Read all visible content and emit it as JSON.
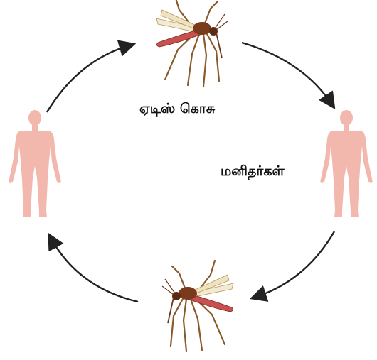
{
  "labels": {
    "mosquito": "ஏடிஸ் கொசு",
    "human": "மனிதர்கள்"
  },
  "colors": {
    "human_figure": "#f2b8ae",
    "mosquito_body": "#7a3a1c",
    "mosquito_abdomen": "#c85050",
    "mosquito_wing": "#f3ead2",
    "mosquito_leg": "#8a5a2b",
    "arrow": "#222222"
  },
  "icons": [
    "human-figure-icon",
    "mosquito-icon",
    "cycle-arrow"
  ]
}
